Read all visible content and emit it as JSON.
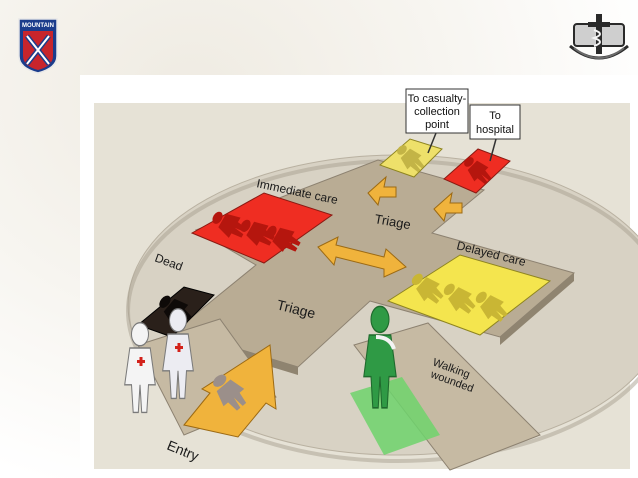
{
  "header": {
    "left_logo": {
      "icon": "mountain-division-shield-icon",
      "text": "MOUNTAIN"
    },
    "right_logo": {
      "icon": "combat-medical-badge-icon"
    }
  },
  "diagram": {
    "signs": {
      "casualty_collection": [
        "To casualty-",
        "collection",
        "point"
      ],
      "hospital": [
        "To",
        "hospital"
      ]
    },
    "labels": {
      "immediate_care": "Immediate care",
      "triage_top": "Triage",
      "delayed_care": "Delayed care",
      "dead": "Dead",
      "triage_center": "Triage",
      "walking_wounded": [
        "Walking",
        "wounded"
      ],
      "entry": "Entry"
    },
    "colors": {
      "immediate": "#e0261b",
      "delayed": "#f2e24a",
      "dead": "#1c1410",
      "walking": "#3fb152",
      "arrow": "#f0b33c",
      "platform": "#b7aa92",
      "ellipse": "#d9d3c7"
    }
  }
}
